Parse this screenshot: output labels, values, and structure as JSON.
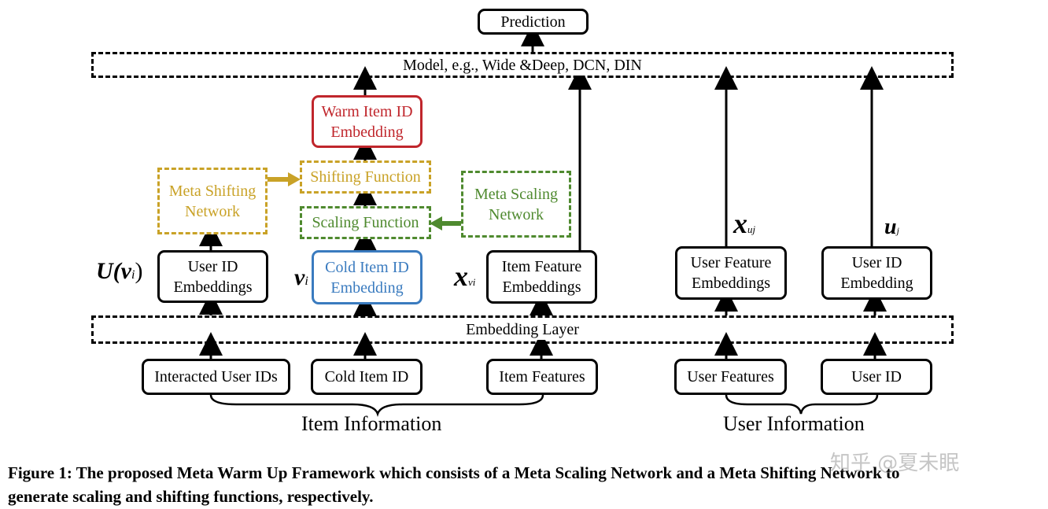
{
  "boxes": {
    "prediction": "Prediction",
    "model": "Model, e.g., Wide &Deep, DCN, DIN",
    "warm_item_line1": "Warm Item ID",
    "warm_item_line2": "Embedding",
    "shifting_function": "Shifting Function",
    "scaling_function": "Scaling Function",
    "meta_shifting_line1": "Meta Shifting",
    "meta_shifting_line2": "Network",
    "meta_scaling_line1": "Meta Scaling",
    "meta_scaling_line2": "Network",
    "user_id_emb_line1": "User ID",
    "user_id_emb_line2": "Embeddings",
    "cold_item_emb_line1": "Cold Item ID",
    "cold_item_emb_line2": "Embedding",
    "item_feature_emb_line1": "Item Feature",
    "item_feature_emb_line2": "Embeddings",
    "user_feature_emb_line1": "User Feature",
    "user_feature_emb_line2": "Embeddings",
    "user_id_emb_right_line1": "User ID",
    "user_id_emb_right_line2": "Embedding",
    "embedding_layer": "Embedding Layer",
    "interacted_user_ids": "Interacted User IDs",
    "cold_item_id": "Cold Item ID",
    "item_features": "Item Features",
    "user_features": "User Features",
    "user_id": "User ID"
  },
  "math": {
    "u_vi_main": "U(v",
    "u_vi_sub": "i",
    "u_vi_close": ")",
    "vi_main": "v",
    "vi_sub": "i",
    "x_vi_main": "x",
    "x_vi_sub": "vi",
    "x_uj_main": "x",
    "x_uj_sub": "uj",
    "uj_main": "u",
    "uj_sub": "j"
  },
  "groups": {
    "item_information": "Item Information",
    "user_information": "User Information"
  },
  "caption": {
    "line1": "Figure 1: The proposed Meta Warm Up Framework which consists of a Meta Scaling Network and a Meta Shifting Network to",
    "line2": "generate scaling and shifting functions, respectively."
  },
  "watermark": "知乎 @夏未眠",
  "colors": {
    "warm": "#c0262c",
    "cold": "#3a7bbf",
    "shift": "#c9a227",
    "scale": "#4f8a2f",
    "black": "#000000"
  }
}
